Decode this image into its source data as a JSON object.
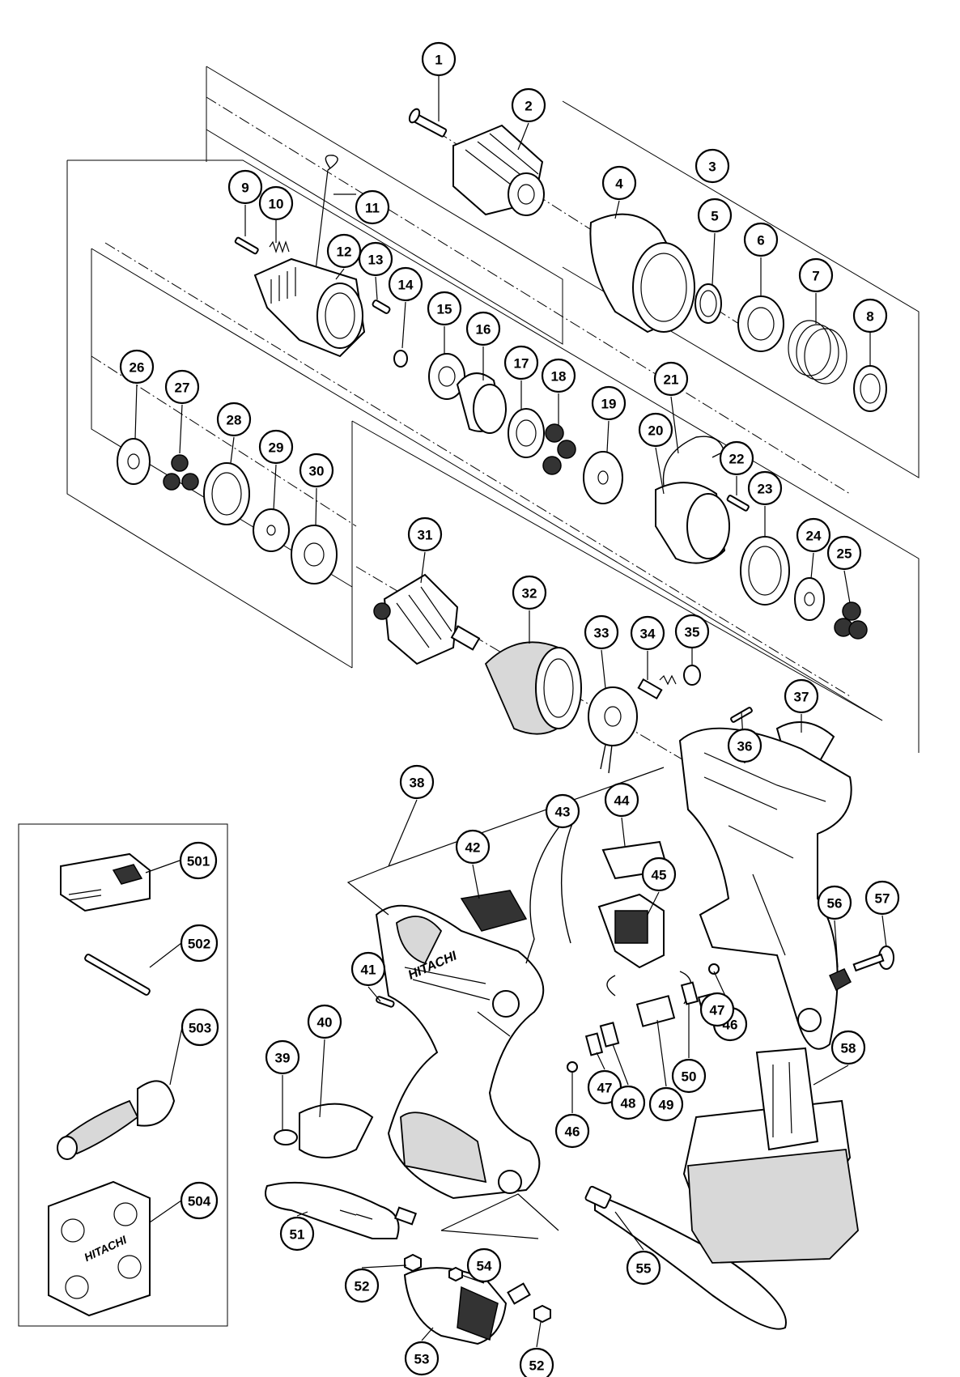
{
  "diagram": {
    "brand_marks": [
      "HITACHI",
      "HITACHI"
    ],
    "callouts": [
      "1",
      "2",
      "3",
      "4",
      "5",
      "6",
      "7",
      "8",
      "9",
      "10",
      "11",
      "12",
      "13",
      "14",
      "15",
      "16",
      "17",
      "18",
      "19",
      "20",
      "21",
      "22",
      "23",
      "24",
      "25",
      "26",
      "27",
      "28",
      "29",
      "30",
      "31",
      "32",
      "33",
      "34",
      "35",
      "36",
      "37",
      "38",
      "39",
      "40",
      "41",
      "42",
      "43",
      "44",
      "45",
      "46",
      "46",
      "47",
      "47",
      "48",
      "49",
      "50",
      "51",
      "52",
      "52",
      "53",
      "54",
      "55",
      "56",
      "57",
      "58",
      "501",
      "502",
      "503",
      "504"
    ]
  }
}
